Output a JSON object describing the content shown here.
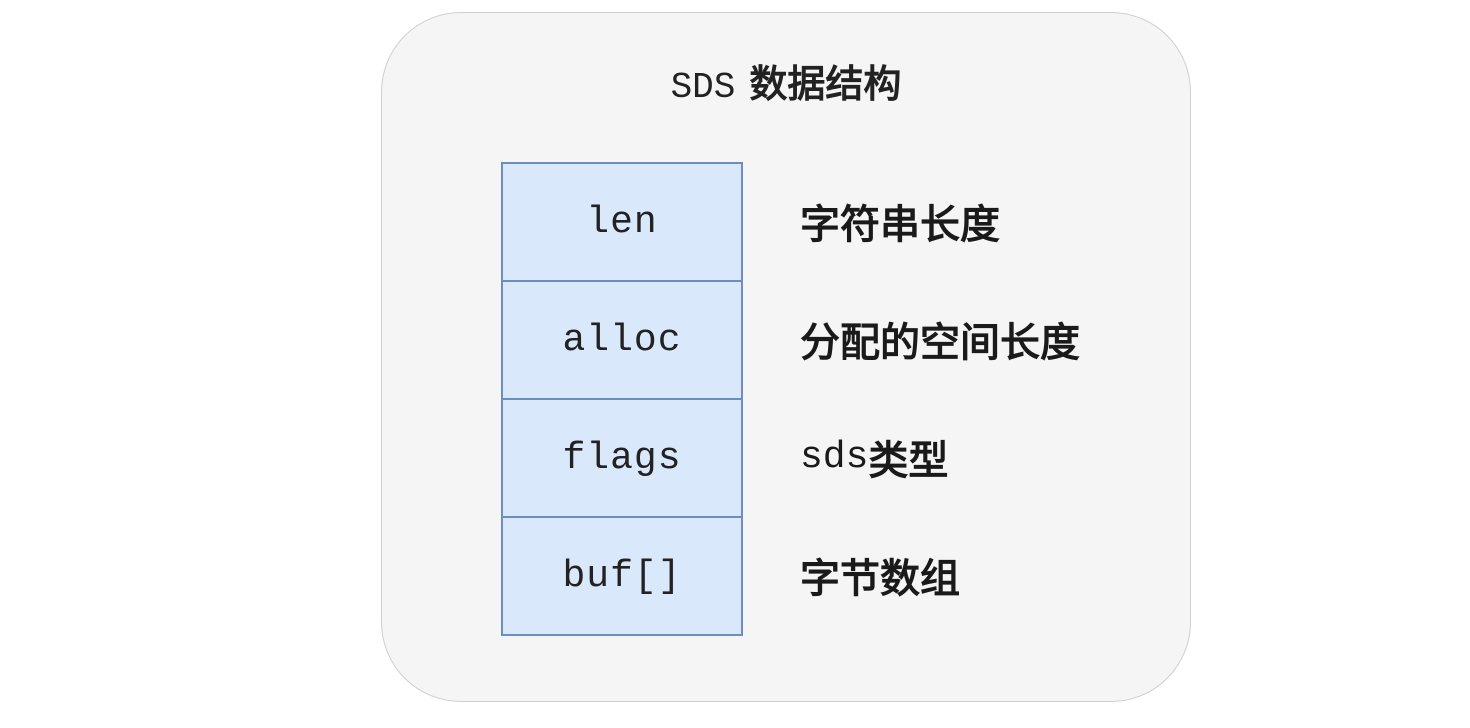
{
  "diagram": {
    "title_code": "SDS",
    "title_text": "数据结构",
    "fields": [
      {
        "name": "len",
        "desc": "字符串长度"
      },
      {
        "name": "alloc",
        "desc": "分配的空间长度"
      },
      {
        "name": "flags",
        "desc_code": "sds",
        "desc": "类型"
      },
      {
        "name": "buf[]",
        "desc": "字节数组"
      }
    ],
    "colors": {
      "container_fill": "#f5f5f5",
      "container_border": "#cfcfcf",
      "field_fill": "#dae8fc",
      "field_border": "#6c8ebf"
    }
  }
}
